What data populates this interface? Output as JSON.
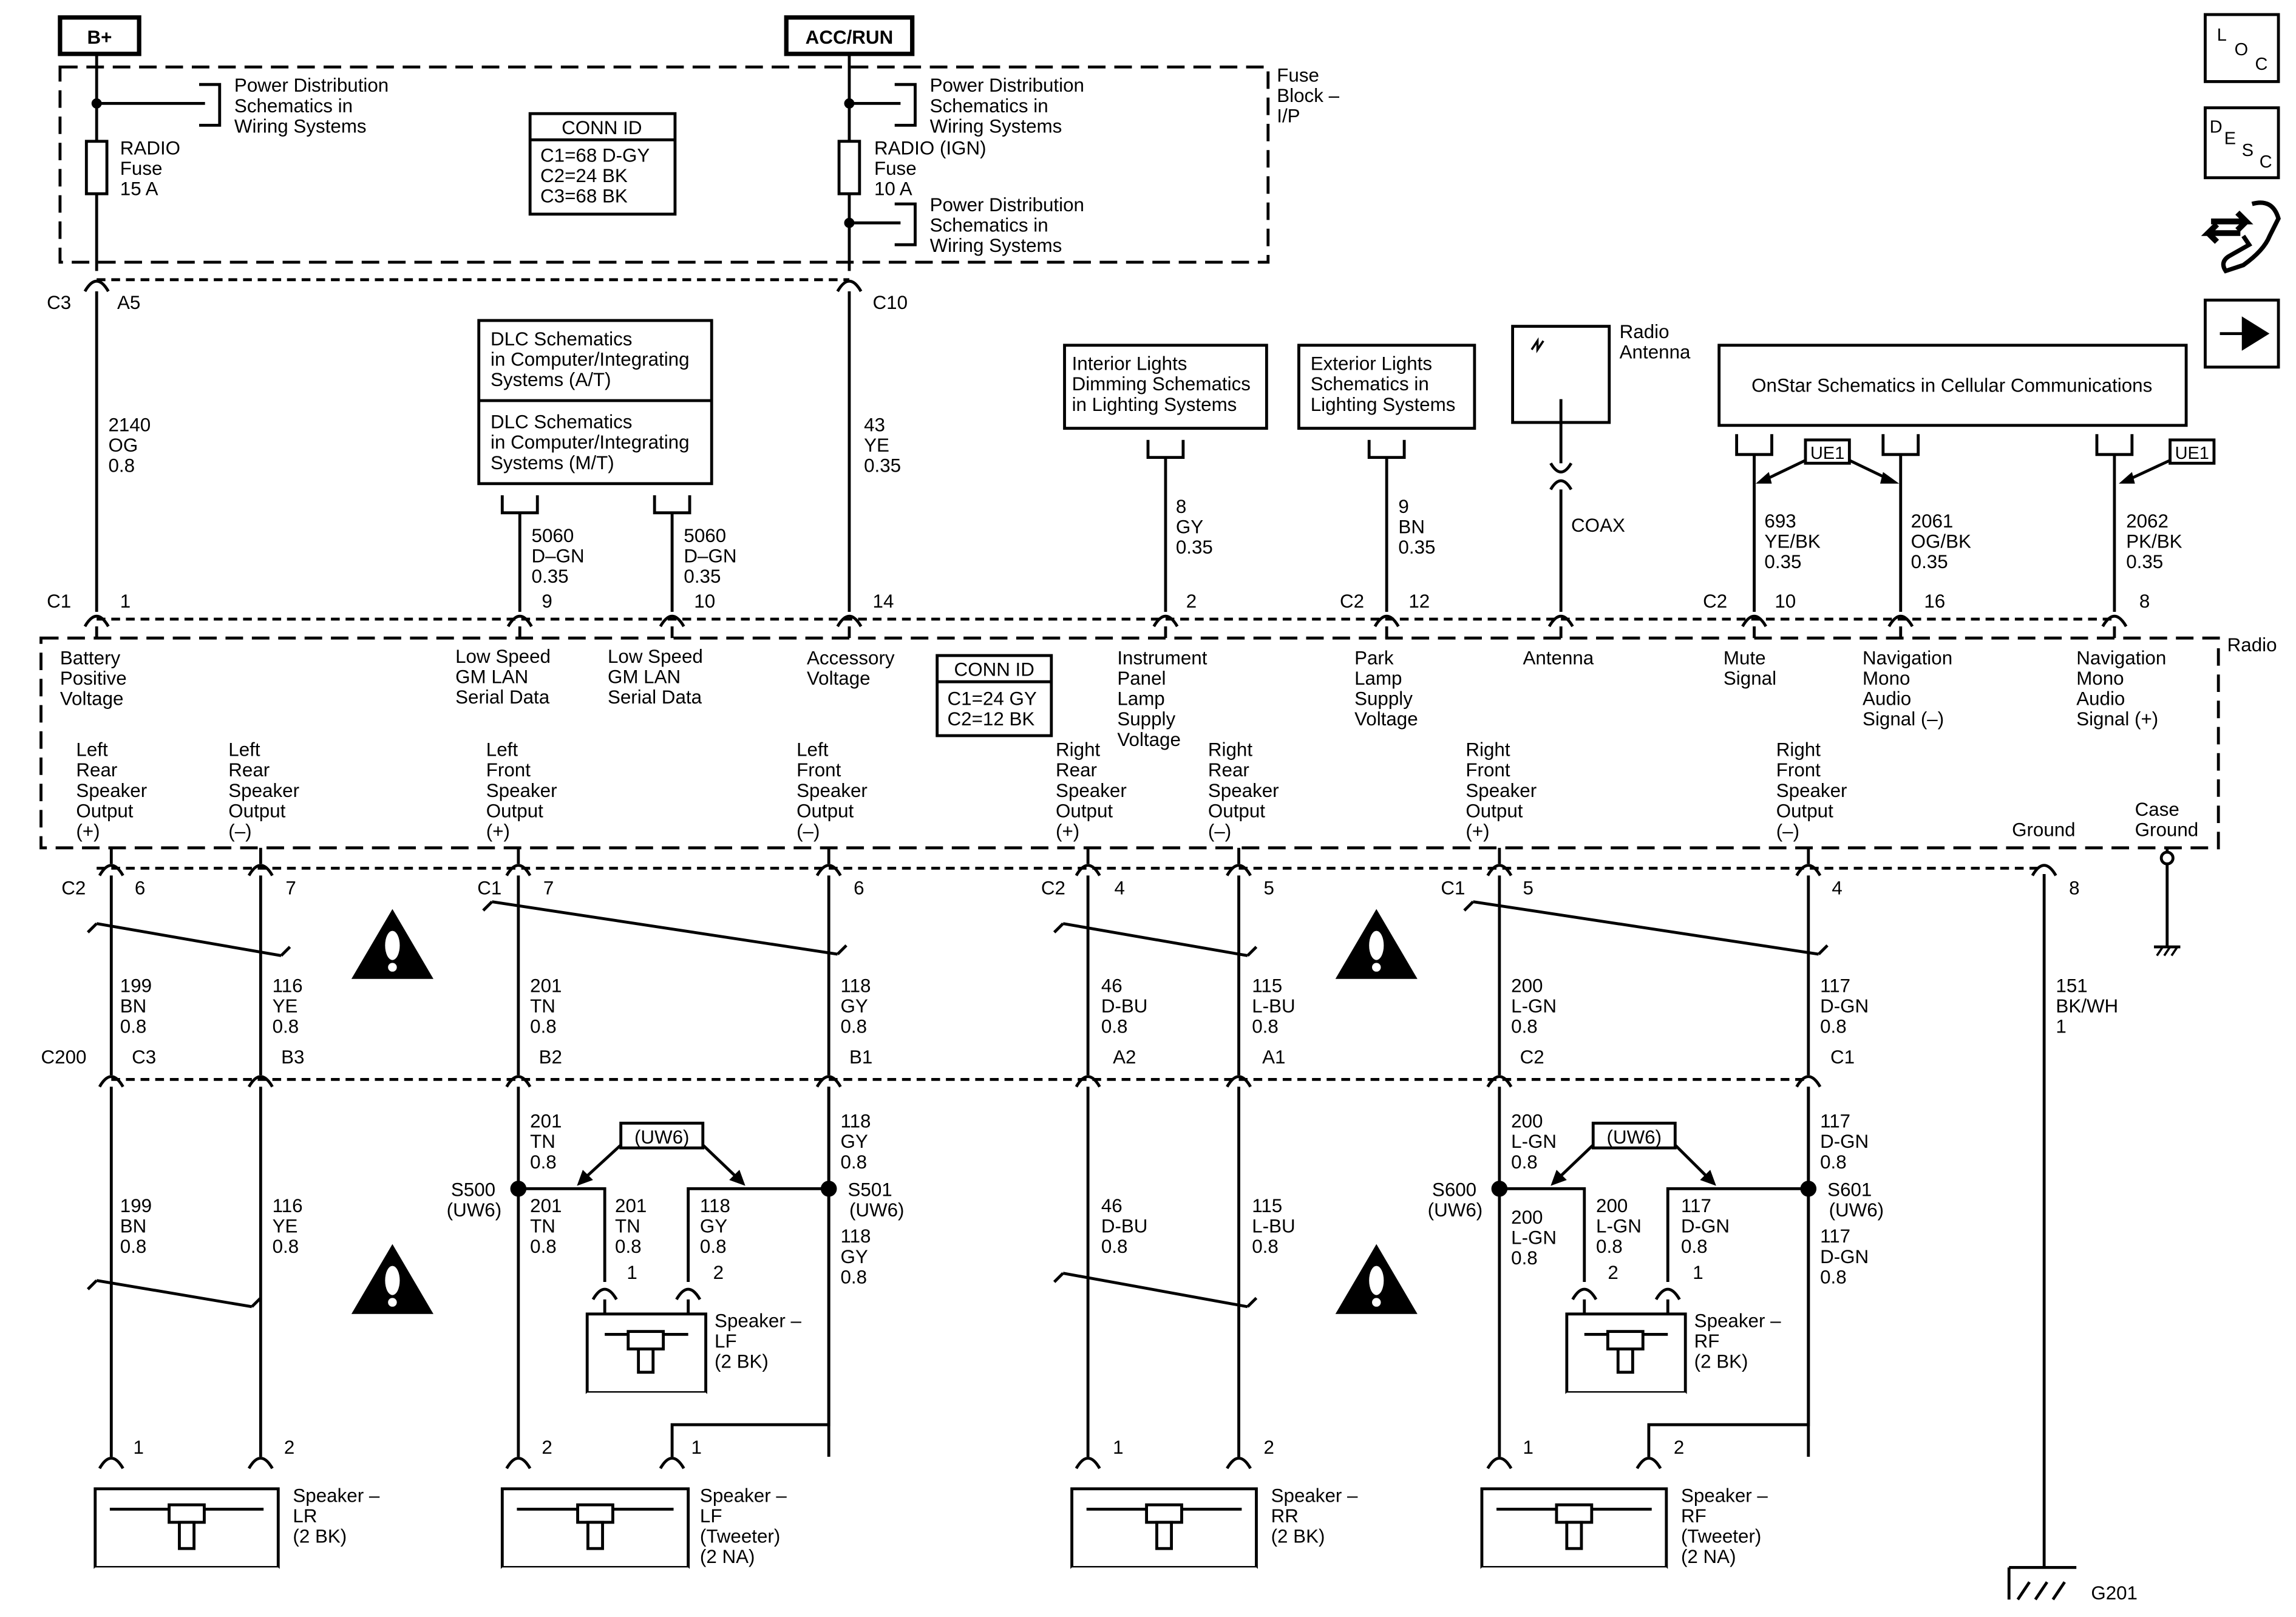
{
  "power": {
    "bplus": "B+",
    "accrun": "ACC/RUN",
    "pd1": [
      "Power Distribution",
      "Schematics in",
      "Wiring Systems"
    ],
    "pd2": [
      "Power Distribution",
      "Schematics in",
      "Wiring Systems"
    ],
    "pd3": [
      "Power Distribution",
      "Schematics in",
      "Wiring Systems"
    ],
    "fuse1": [
      "RADIO",
      "Fuse",
      "15 A"
    ],
    "fuse2": [
      "RADIO (IGN)",
      "Fuse",
      "10 A"
    ],
    "fuse_block": [
      "Fuse",
      "Block –",
      "I/P"
    ],
    "conn_title": "CONN ID",
    "conn_lines": [
      "C1=68 D-GY",
      "C2=24 BK",
      "C3=68 BK"
    ]
  },
  "top_conn": {
    "c3": "C3",
    "a5": "A5",
    "c10": "C10"
  },
  "wires_top": {
    "w2140": [
      "2140",
      "OG",
      "0.8"
    ],
    "w43": [
      "43",
      "YE",
      "0.35"
    ],
    "w5060a": [
      "5060",
      "D–GN",
      "0.35"
    ],
    "w5060b": [
      "5060",
      "D–GN",
      "0.35"
    ],
    "w8": [
      "8",
      "GY",
      "0.35"
    ],
    "w9": [
      "9",
      "BN",
      "0.35"
    ],
    "coax": "COAX",
    "w693": [
      "693",
      "YE/BK",
      "0.35"
    ],
    "w2061": [
      "2061",
      "OG/BK",
      "0.35"
    ],
    "w2062": [
      "2062",
      "PK/BK",
      "0.35"
    ]
  },
  "refs": {
    "dlc_at": [
      "DLC Schematics",
      "in Computer/Integrating",
      "Systems (A/T)"
    ],
    "dlc_mt": [
      "DLC Schematics",
      "in Computer/Integrating",
      "Systems (M/T)"
    ],
    "interior": [
      "Interior Lights",
      "Dimming Schematics",
      "in Lighting Systems"
    ],
    "exterior": [
      "Exterior Lights",
      "Schematics in",
      "Lighting Systems"
    ],
    "antenna": [
      "Radio",
      "Antenna"
    ],
    "onstar": "OnStar Schematics in Cellular Communications",
    "ue1": "UE1"
  },
  "radio_pins_top": {
    "c1": "C1",
    "p1": "1",
    "p9": "9",
    "p10": "10",
    "p14": "14",
    "p2": "2",
    "c2a": "C2",
    "p12": "12",
    "c2b": "C2",
    "p10b": "10",
    "p16": "16",
    "p8": "8"
  },
  "radio": {
    "name": "Radio",
    "conn_title": "CONN ID",
    "conn_lines": [
      "C1=24 GY",
      "C2=12 BK"
    ],
    "battery": [
      "Battery",
      "Positive",
      "Voltage"
    ],
    "lan1": [
      "Low Speed",
      "GM LAN",
      "Serial Data"
    ],
    "lan2": [
      "Low Speed",
      "GM LAN",
      "Serial Data"
    ],
    "accessory": [
      "Accessory",
      "Voltage"
    ],
    "panel": [
      "Instrument",
      "Panel",
      "Lamp",
      "Supply",
      "Voltage"
    ],
    "park": [
      "Park",
      "Lamp",
      "Supply",
      "Voltage"
    ],
    "antenna": "Antenna",
    "mute": [
      "Mute",
      "Signal"
    ],
    "nav_minus": [
      "Navigation",
      "Mono",
      "Audio",
      "Signal (–)"
    ],
    "nav_plus": [
      "Navigation",
      "Mono",
      "Audio",
      "Signal (+)"
    ],
    "lr_plus": [
      "Left",
      "Rear",
      "Speaker",
      "Output",
      "(+)"
    ],
    "lr_minus": [
      "Left",
      "Rear",
      "Speaker",
      "Output",
      "(–)"
    ],
    "lf_plus": [
      "Left",
      "Front",
      "Speaker",
      "Output",
      "(+)"
    ],
    "lf_minus": [
      "Left",
      "Front",
      "Speaker",
      "Output",
      "(–)"
    ],
    "rr_plus": [
      "Right",
      "Rear",
      "Speaker",
      "Output",
      "(+)"
    ],
    "rr_minus": [
      "Right",
      "Rear",
      "Speaker",
      "Output",
      "(–)"
    ],
    "rf_plus": [
      "Right",
      "Front",
      "Speaker",
      "Output",
      "(+)"
    ],
    "rf_minus": [
      "Right",
      "Front",
      "Speaker",
      "Output",
      "(–)"
    ],
    "ground": "Ground",
    "case_ground": [
      "Case",
      "Ground"
    ]
  },
  "lower_pins": {
    "c2a": "C2",
    "p6": "6",
    "p7": "7",
    "c1a": "C1",
    "p7b": "7",
    "p6b": "6",
    "c2b": "C2",
    "p4": "4",
    "p5": "5",
    "c1b": "C1",
    "p5b": "5",
    "p4b": "4",
    "p8": "8"
  },
  "wires_mid": {
    "w199": [
      "199",
      "BN",
      "0.8"
    ],
    "w116": [
      "116",
      "YE",
      "0.8"
    ],
    "w201": [
      "201",
      "TN",
      "0.8"
    ],
    "w118": [
      "118",
      "GY",
      "0.8"
    ],
    "w46": [
      "46",
      "D-BU",
      "0.8"
    ],
    "w115": [
      "115",
      "L-BU",
      "0.8"
    ],
    "w200": [
      "200",
      "L-GN",
      "0.8"
    ],
    "w117": [
      "117",
      "D-GN",
      "0.8"
    ],
    "w151": [
      "151",
      "BK/WH",
      "1"
    ]
  },
  "c200": {
    "name": "C200",
    "c3": "C3",
    "b3": "B3",
    "b2": "B2",
    "b1": "B1",
    "a2": "A2",
    "a1": "A1",
    "c2": "C2",
    "c1": "C1"
  },
  "wires_low": {
    "w199": [
      "199",
      "BN",
      "0.8"
    ],
    "w116": [
      "116",
      "YE",
      "0.8"
    ],
    "w201a": [
      "201",
      "TN",
      "0.8"
    ],
    "w201b": [
      "201",
      "TN",
      "0.8"
    ],
    "w201c": [
      "201",
      "TN",
      "0.8"
    ],
    "w118a": [
      "118",
      "GY",
      "0.8"
    ],
    "w118b": [
      "118",
      "GY",
      "0.8"
    ],
    "w118c": [
      "118",
      "GY",
      "0.8"
    ],
    "w46": [
      "46",
      "D-BU",
      "0.8"
    ],
    "w115": [
      "115",
      "L-BU",
      "0.8"
    ],
    "w200a": [
      "200",
      "L-GN",
      "0.8"
    ],
    "w200b": [
      "200",
      "L-GN",
      "0.8"
    ],
    "w200c": [
      "200",
      "L-GN",
      "0.8"
    ],
    "w117a": [
      "117",
      "D-GN",
      "0.8"
    ],
    "w117b": [
      "117",
      "D-GN",
      "0.8"
    ],
    "w117c": [
      "117",
      "D-GN",
      "0.8"
    ]
  },
  "splices": {
    "s500": [
      "S500",
      "(UW6)"
    ],
    "s501": [
      "S501",
      "(UW6)"
    ],
    "s600": [
      "S600",
      "(UW6)"
    ],
    "s601": [
      "S601",
      "(UW6)"
    ],
    "uw6": "(UW6)"
  },
  "speakers": {
    "lf_mid": [
      "Speaker –",
      "LF",
      "(2 BK)"
    ],
    "rf_mid": [
      "Speaker –",
      "RF",
      "(2 BK)"
    ],
    "lr": [
      "Speaker –",
      "LR",
      "(2 BK)"
    ],
    "lf_tw": [
      "Speaker –",
      "LF",
      "(Tweeter)",
      "(2 NA)"
    ],
    "rr": [
      "Speaker –",
      "RR",
      "(2 BK)"
    ],
    "rf_tw": [
      "Speaker –",
      "RF",
      "(Tweeter)",
      "(2 NA)"
    ],
    "pin1": "1",
    "pin2": "2",
    "g201": "G201"
  },
  "nav_icons": {
    "loc": "LOC",
    "desc": "DESC"
  }
}
